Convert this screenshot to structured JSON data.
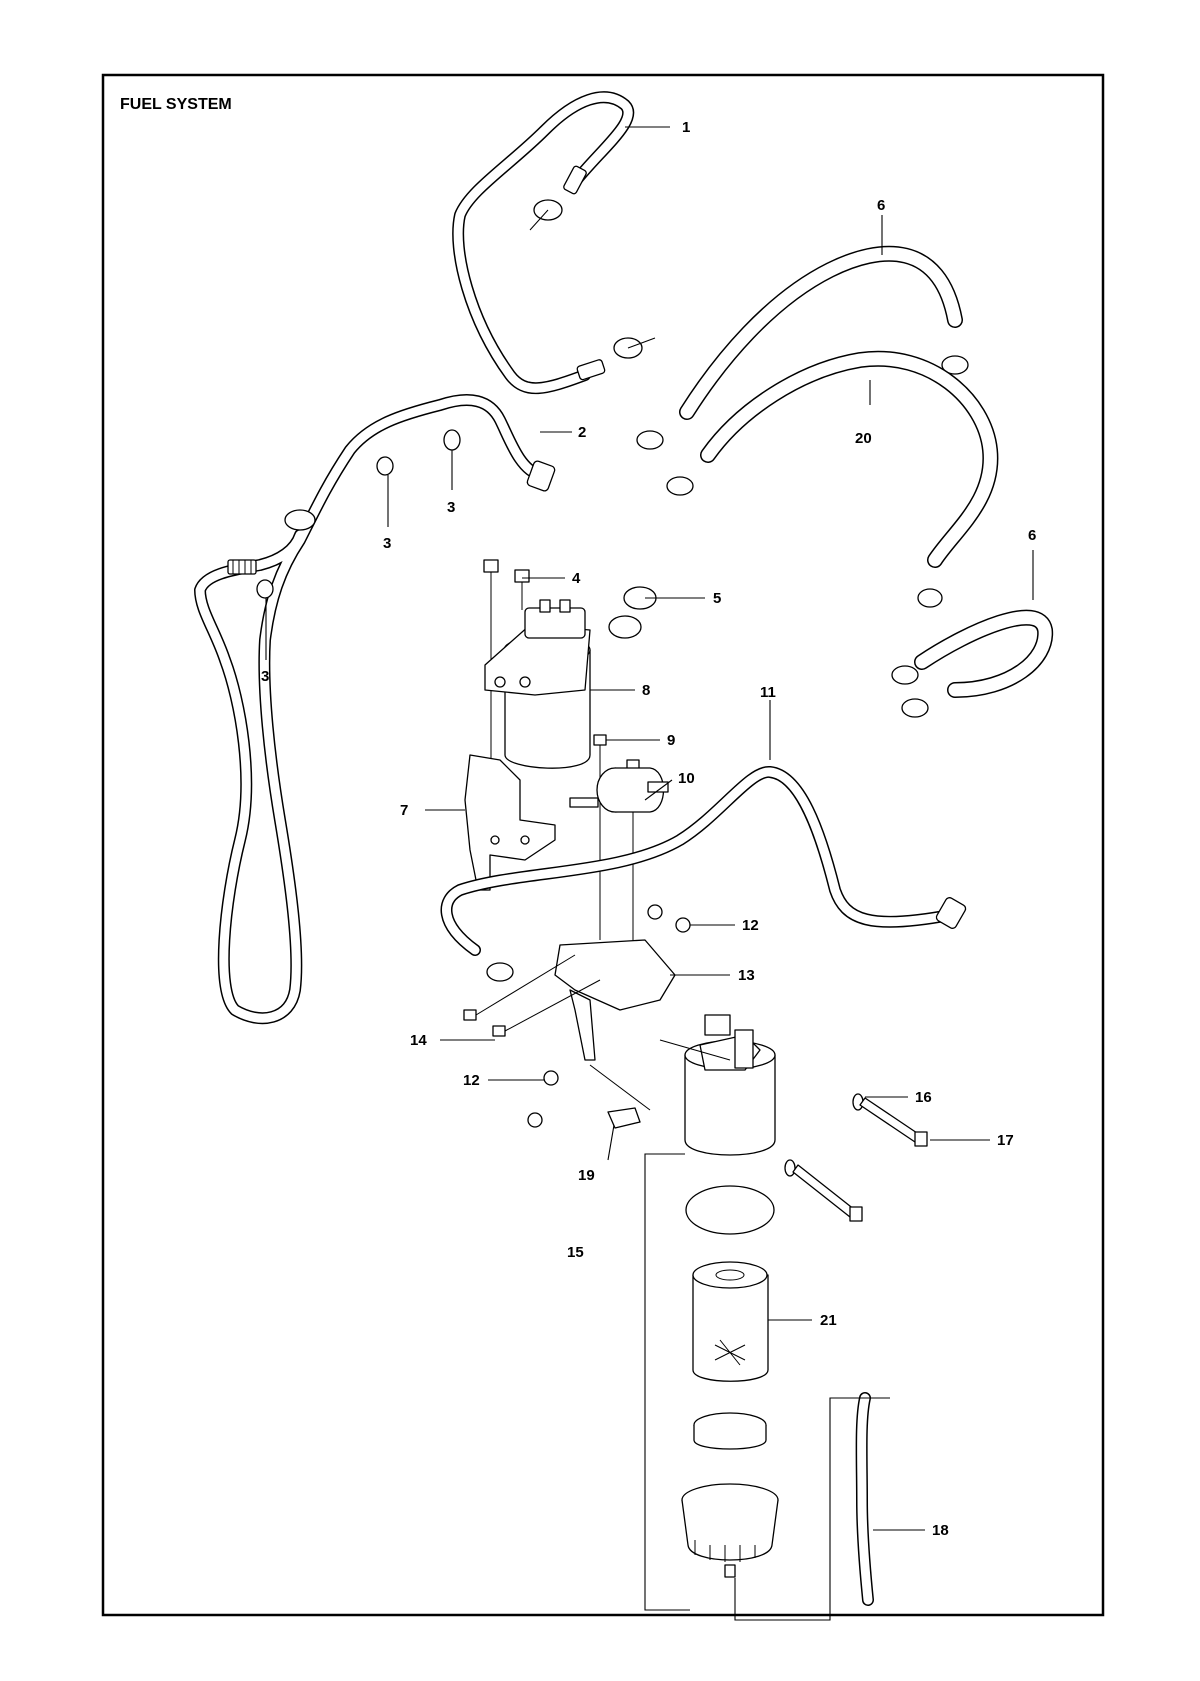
{
  "title": "FUEL SYSTEM",
  "callouts": {
    "c1": "1",
    "c2": "2",
    "c3a": "3",
    "c3b": "3",
    "c3c": "3",
    "c4": "4",
    "c5": "5",
    "c6a": "6",
    "c6b": "6",
    "c7": "7",
    "c8": "8",
    "c9": "9",
    "c10": "10",
    "c11": "11",
    "c12a": "12",
    "c12b": "12",
    "c13": "13",
    "c14": "14",
    "c15": "15",
    "c16": "16",
    "c17": "17",
    "c18": "18",
    "c19": "19",
    "c20": "20",
    "c21": "21"
  }
}
